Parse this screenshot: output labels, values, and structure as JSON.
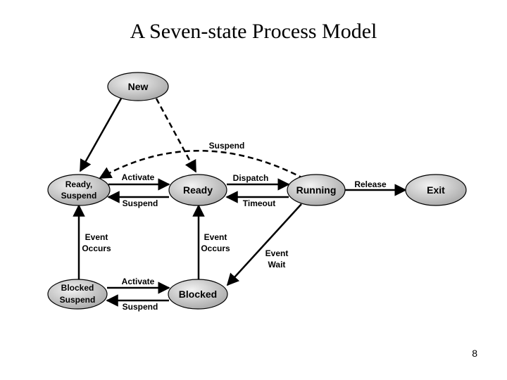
{
  "title": "A Seven-state Process Model",
  "page_number": "8",
  "states": {
    "new": "New",
    "ready_suspend": [
      "Ready,",
      "Suspend"
    ],
    "ready": "Ready",
    "running": "Running",
    "exit": "Exit",
    "blocked_suspend": [
      "Blocked",
      "Suspend"
    ],
    "blocked": "Blocked"
  },
  "transitions": {
    "suspend_top": "Suspend",
    "activate_top": "Activate",
    "suspend_mid": "Suspend",
    "dispatch": "Dispatch",
    "timeout": "Timeout",
    "release": "Release",
    "event_occurs_left": [
      "Event",
      "Occurs"
    ],
    "event_occurs_mid": [
      "Event",
      "Occurs"
    ],
    "event_wait": [
      "Event",
      "Wait"
    ],
    "activate_bottom": "Activate",
    "suspend_bottom": "Suspend"
  },
  "colors": {
    "node_fill_light": "#f2f2f2",
    "node_fill_dark": "#a8a8a8",
    "stroke": "#000000"
  }
}
